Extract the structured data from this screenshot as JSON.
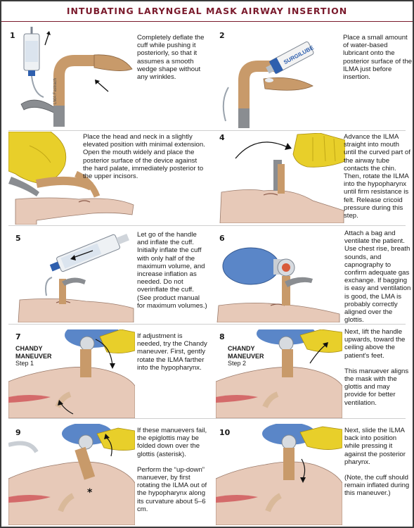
{
  "title": "INTUBATING LARYNGEAL MASK AIRWAY INSERTION",
  "steps": [
    {
      "number": "1",
      "paragraphs": [
        "Completely deflate the cuff while pushing it posteriorly, so that it assumes a smooth wedge shape without any wrinkles."
      ]
    },
    {
      "number": "2",
      "paragraphs": [
        "Place a small amount of water-based lubricant onto the posterior surface of the ILMA just before insertion."
      ]
    },
    {
      "number": "3",
      "paragraphs": [
        "Place the head and neck in a slightly elevated position with minimal extension. Open the mouth widely and place the posterior surface of the device against the hard palate, immediately posterior to the upper incisors."
      ]
    },
    {
      "number": "4",
      "paragraphs": [
        "Advance the ILMA straight into mouth until the curved part of the airway tube contacts the chin. Then, rotate the ILMA into the hypopharynx until firm resistance is felt. Release cricoid pressure during this step."
      ]
    },
    {
      "number": "5",
      "paragraphs": [
        "Let go of the handle and inflate the cuff. Initially inflate the cuff with only half of the maximum volume, and increase inflation as needed. Do not overinflate the cuff. (See product manual for maximum volumes.)"
      ]
    },
    {
      "number": "6",
      "paragraphs": [
        "Attach a bag and ventilate the patient. Use chest rise, breath sounds, and capnography to confirm adequate gas exchange. If bagging is easy and ventilation is good, the LMA is probably correctly aligned over the glottis."
      ]
    },
    {
      "number": "7",
      "label_title": "CHANDY MANEUVER",
      "label_step": "Step 1",
      "paragraphs": [
        "If adjustment is needed, try the Chandy maneuver. First, gently rotate the ILMA farther into the hypopharynx."
      ]
    },
    {
      "number": "8",
      "label_title": "CHANDY MANEUVER",
      "label_step": "Step 2",
      "paragraphs": [
        "Next, lift the handle upwards, toward the ceiling above the patient's feet.",
        "This manuever aligns the mask with the glottis and may provide for better ventilation."
      ]
    },
    {
      "number": "9",
      "paragraphs": [
        "If these manuevers fail, the epiglottis may be folded down over the glottis (asterisk).",
        "Perform the “up-down” manuever, by first rotating the ILMA out of the hypopharynx along its curvature about 5–6 cm."
      ]
    },
    {
      "number": "10",
      "paragraphs": [
        "Next, slide the ILMA back into position while pressing it against the posterior pharynx.",
        "(Note, the cuff should remain inflated during this maneuver.)"
      ]
    }
  ],
  "illustration_labels": {
    "device_brand": "LMA Fastrach",
    "lubricant_brand": "SURGILUBE",
    "asterisk": "*"
  },
  "colors": {
    "title": "#7a1a2c",
    "tube": "#c89a6a",
    "glove": "#e8cf2a",
    "skin": "#e7c9b8",
    "handle": "#8a8d91",
    "bag": "#5a86c8"
  }
}
